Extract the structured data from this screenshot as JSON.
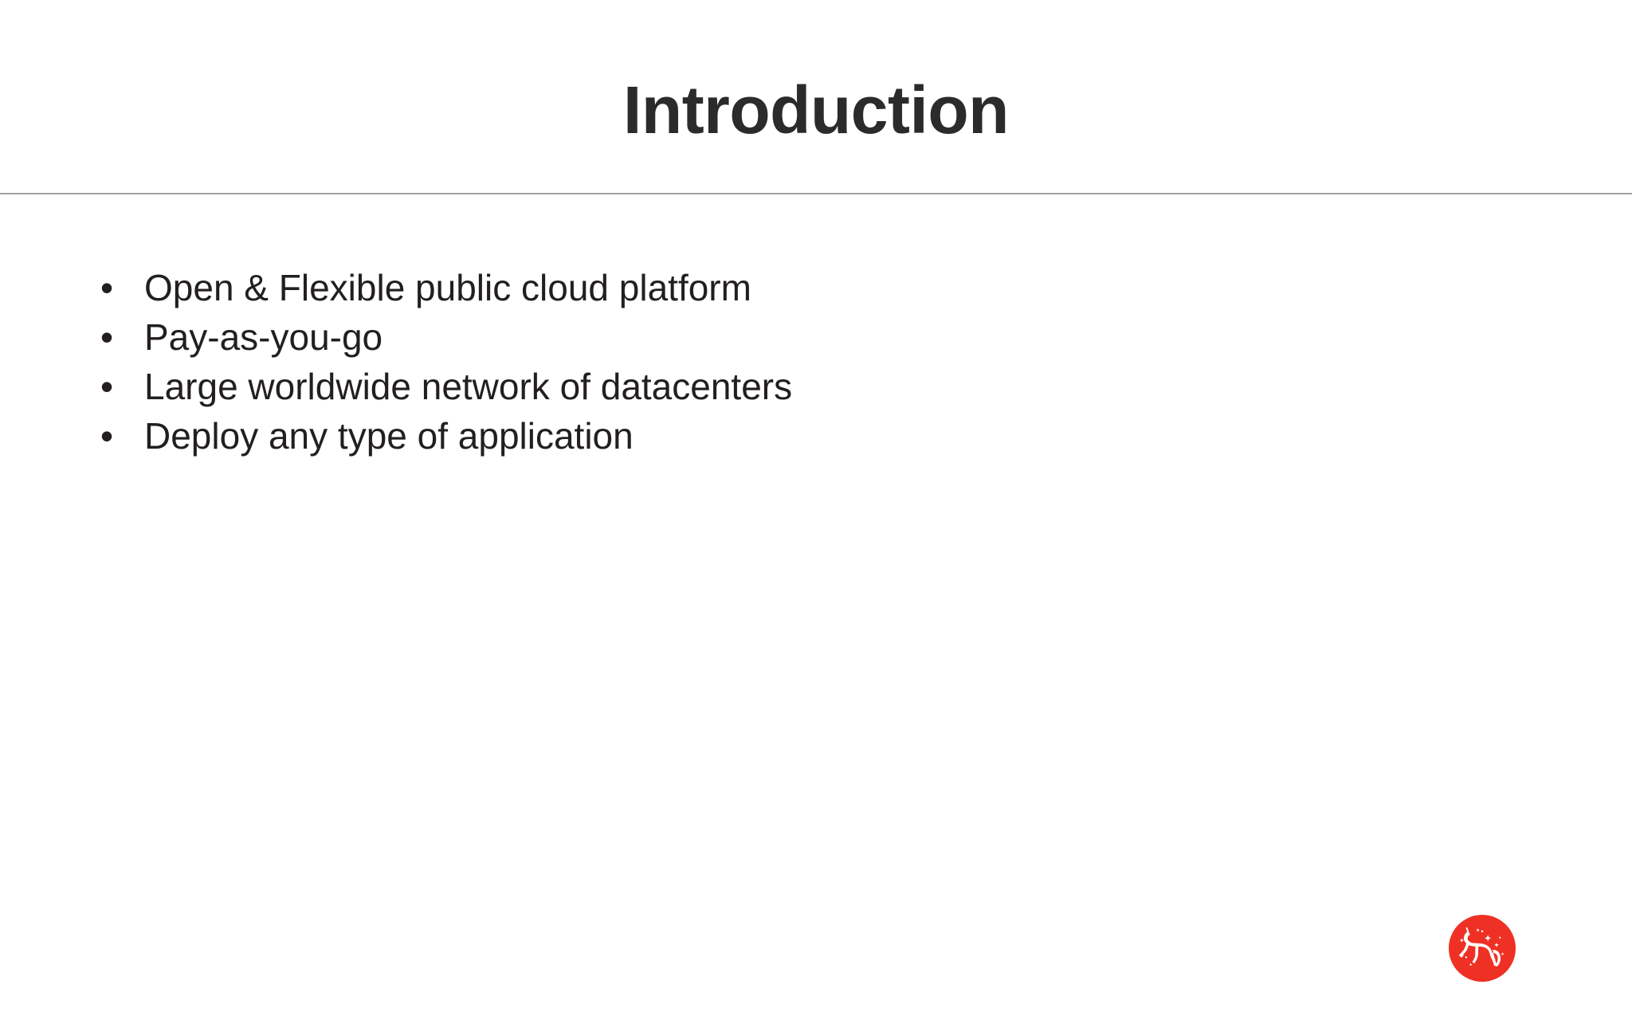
{
  "slide": {
    "title": "Introduction",
    "background_color": "#ffffff",
    "title_color": "#2b2b2b",
    "divider_color": "#a3a3a3",
    "body_text_color": "#231f20"
  },
  "body": {
    "bullet_marker": "•",
    "items": [
      {
        "text": "Open & Flexible public cloud platform"
      },
      {
        "text": "Pay-as-you-go"
      },
      {
        "text": "Large worldwide network of datacenters"
      },
      {
        "text": "Deploy any type of application"
      }
    ]
  },
  "logo": {
    "name": "unicorn-logo",
    "circle_color": "#ee3124",
    "mark_color": "#ffffff"
  }
}
